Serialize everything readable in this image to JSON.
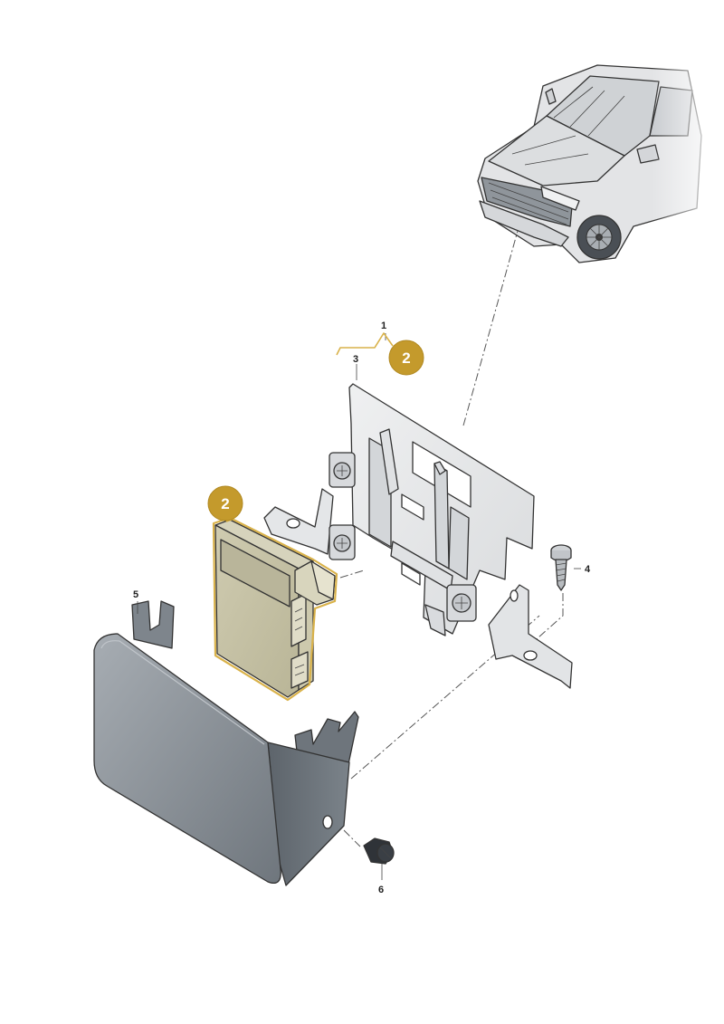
{
  "parts": [
    {
      "number": "1"
    },
    {
      "number": "3"
    },
    {
      "number": "4"
    },
    {
      "number": "5"
    },
    {
      "number": "6"
    }
  ],
  "badges": [
    {
      "label": "2"
    },
    {
      "label": "2"
    }
  ],
  "colors": {
    "badge": "#c49a2c",
    "highlight_outline": "#d9b24a",
    "module_fill": "#c8c4a6",
    "bracket_fill": "#e9eaeb",
    "cover_fill": "#858c93"
  }
}
